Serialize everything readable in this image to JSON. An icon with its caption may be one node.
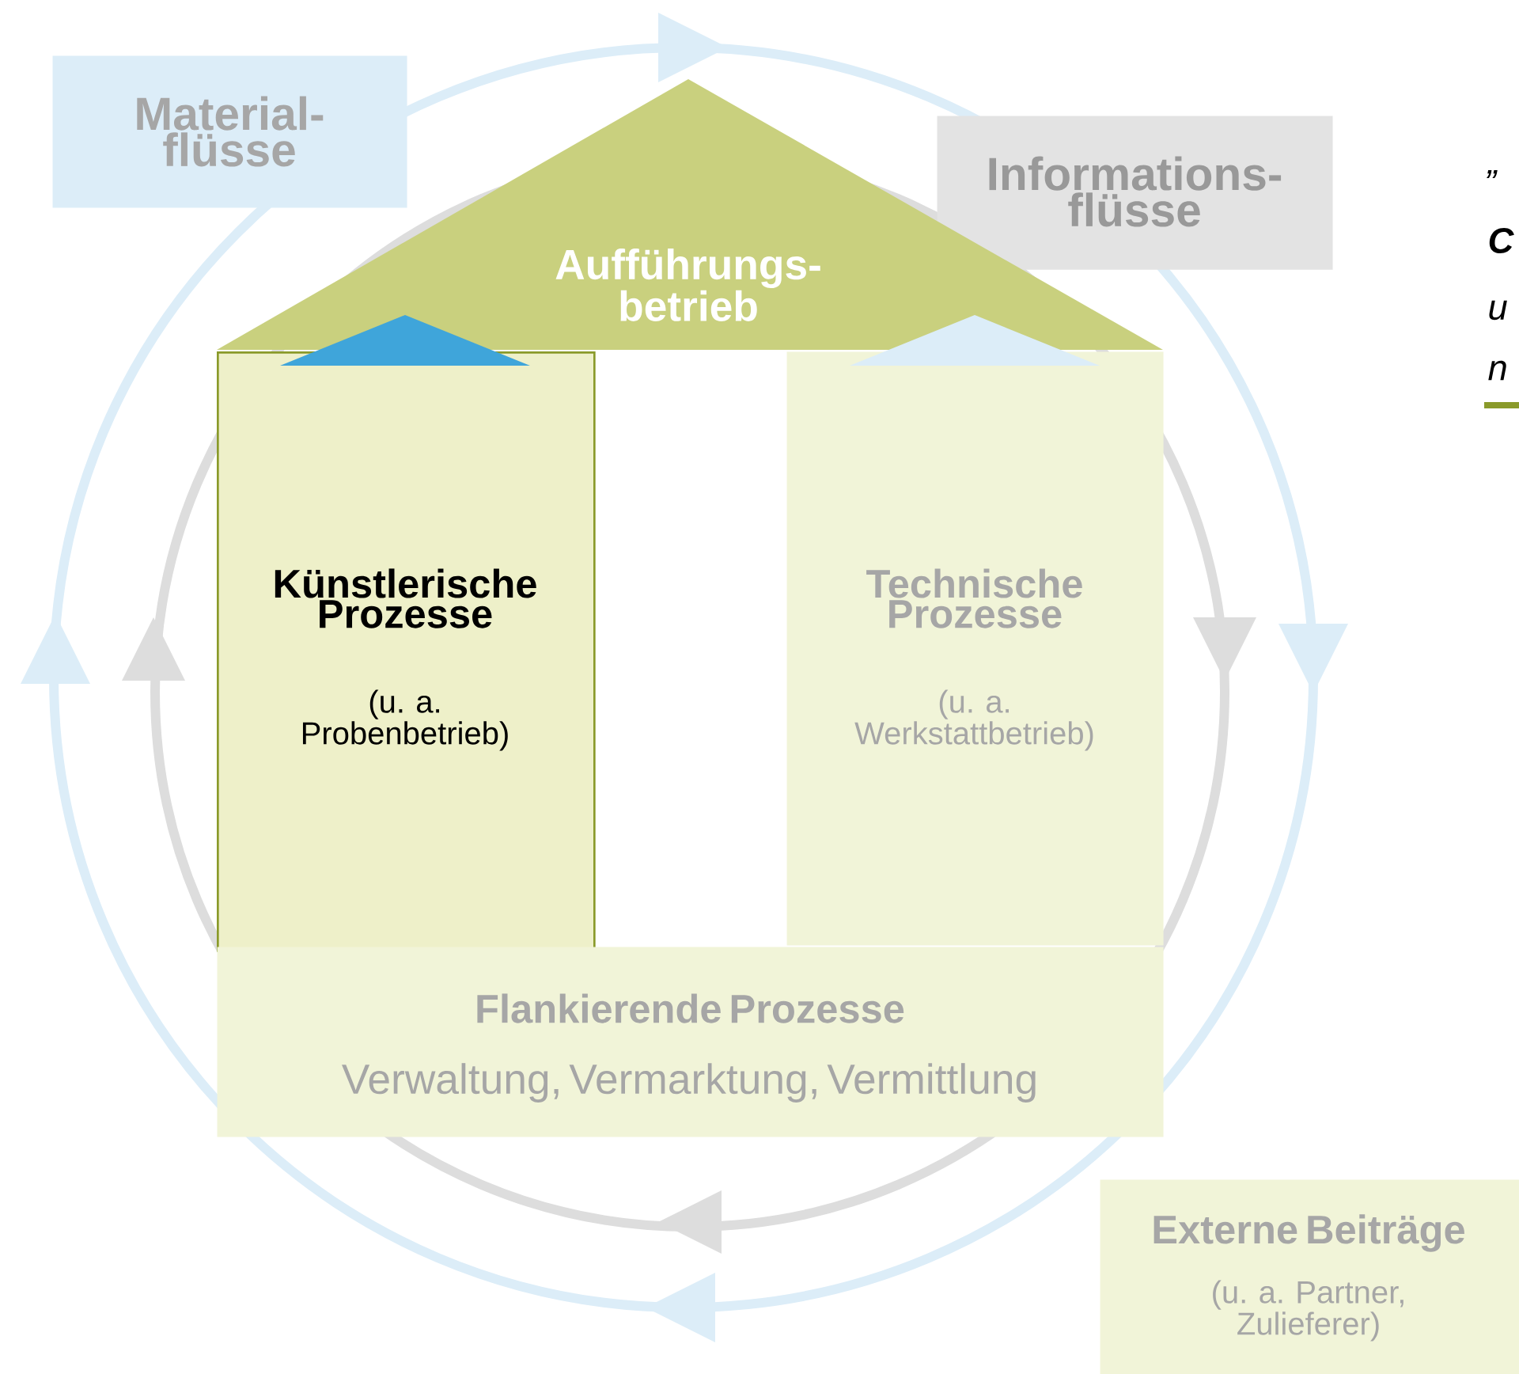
{
  "diagram": {
    "nodes": [
      {
        "text": [
          "Material- flüsse"
        ]
      },
      {
        "text": [
          "Informations- flüsse"
        ]
      },
      {
        "text": [
          "Aufführungs- betrieb"
        ]
      },
      {
        "text": [
          "Künstlerische Prozesse",
          "(u. a. Probenbetrieb)"
        ]
      },
      {
        "text": [
          "Technische Prozesse",
          "(u. a. Werkstattbetrieb)"
        ]
      },
      {
        "text": [
          "Flankierende Prozesse",
          "Verwaltung, Vermarktung, Vermittlung"
        ]
      },
      {
        "text": [
          "Externe Beiträge",
          "(u. a. Partner, Zulieferer)"
        ]
      },
      {
        "text": [],
        "shape": "triangle"
      },
      {
        "text": [],
        "shape": "triangle"
      }
    ],
    "labels": [
      "„",
      "C",
      "u",
      "n"
    ]
  }
}
